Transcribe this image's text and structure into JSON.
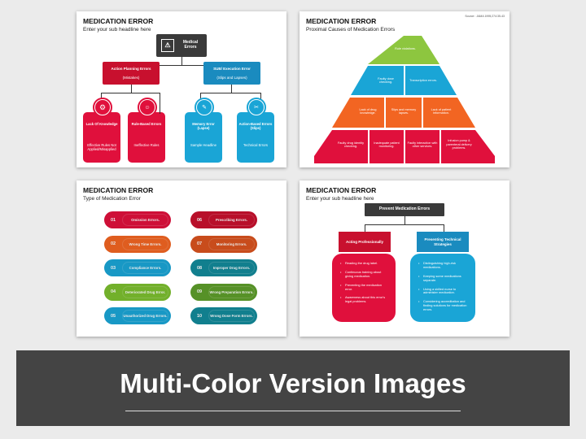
{
  "banner": {
    "text": "Multi-Color Version Images"
  },
  "slide1": {
    "title": "MEDICATION ERROR",
    "subtitle": "Enter your sub headline here",
    "root": "Medical Errors",
    "branches": [
      {
        "label": "Action Planning Errors",
        "sub": "(Mistakes)"
      },
      {
        "label": "SUB/ Execution Error",
        "sub": "(Slips and Lapses)"
      }
    ],
    "cards": [
      {
        "title": "Lack Of Knowledge",
        "text": "Effective Rules Not Applied/Misapplied",
        "color": "#e0103c",
        "icon": "gear-icon"
      },
      {
        "title": "Rule-Based Errors",
        "text": "Ineffective Rules",
        "color": "#e0103c",
        "icon": "people-icon"
      },
      {
        "title": "Memory Error (Lapse)",
        "text": "Sample Headline",
        "color": "#1aa5d6",
        "icon": "brain-icon"
      },
      {
        "title": "Action-Based Errors (Slips)",
        "text": "Technical Errors",
        "color": "#1aa5d6",
        "icon": "tools-icon"
      }
    ],
    "colors": {
      "root": "#3a3a3a",
      "left": "#c8102e",
      "right": "#1a8bbf"
    }
  },
  "slide2": {
    "title": "MEDICATION ERROR",
    "subtitle": "Proximal Causes of Medication Errors",
    "source": "Source : JAMA 1995;274:35-43",
    "levels": [
      [
        "Rule violations."
      ],
      [
        "Faulty dose checking.",
        "Transcription errors."
      ],
      [
        "Lack of drug knowledge.",
        "Slips and memory lapses.",
        "Lack of patient information."
      ],
      [
        "Faulty drug identity checking.",
        "Inadequate patient monitoring.",
        "Faulty interaction with other services.",
        "Infusion pump & parenteral delivery problems."
      ]
    ],
    "colors": [
      "#8dc63f",
      "#1aa5d6",
      "#f26522",
      "#e0103c"
    ]
  },
  "slide3": {
    "title": "MEDICATION ERROR",
    "subtitle": "Type of Medication Error",
    "items": [
      {
        "num": "01",
        "label": "Omission Errors.",
        "color": "#e0103c"
      },
      {
        "num": "02",
        "label": "Wrong Time Errors.",
        "color": "#f26522"
      },
      {
        "num": "03",
        "label": "Compliance Errors.",
        "color": "#1aa5d6"
      },
      {
        "num": "04",
        "label": "Deteriorated Drug Error.",
        "color": "#7cbf2f"
      },
      {
        "num": "05",
        "label": "Unauthorized Drug Errors.",
        "color": "#1aa5d6"
      },
      {
        "num": "06",
        "label": "Prescribing Errors.",
        "color": "#c8102e"
      },
      {
        "num": "07",
        "label": "Monitoring Errors.",
        "color": "#d9531e"
      },
      {
        "num": "08",
        "label": "Improper Drug Errors.",
        "color": "#138a9a"
      },
      {
        "num": "09",
        "label": "Wrong Preparation Errors.",
        "color": "#5e9e2a"
      },
      {
        "num": "10",
        "label": "Wrong Dose Form Errors.",
        "color": "#138a9a"
      }
    ]
  },
  "slide4": {
    "title": "MEDICATION ERROR",
    "subtitle": "Enter your sub headline here",
    "root": "Prevent Medication Errors",
    "left": {
      "label": "Acting Professionally",
      "color": "#e0103c",
      "items": [
        "Reading the drug label.",
        "Continuous training about giving medication.",
        "Preventing the medication error.",
        "Awareness about this error's legal problems."
      ]
    },
    "right": {
      "label": "Presenting Technical Strategies",
      "color": "#1aa5d6",
      "items": [
        "Distinguishing high-risk medications.",
        "Keeping some medications separate.",
        "Using a skilled nurse to administer medication.",
        "Considering accreditation and finding solutions for medication errors."
      ]
    }
  }
}
